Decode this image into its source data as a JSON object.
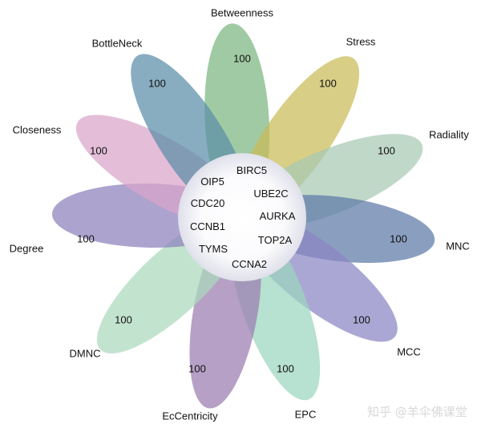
{
  "petals": [
    {
      "name": "Betweenness",
      "count": "100",
      "color": "#7ab57f"
    },
    {
      "name": "Stress",
      "count": "100",
      "color": "#c9bb57"
    },
    {
      "name": "Radiality",
      "count": "100",
      "color": "#a8c9b3"
    },
    {
      "name": "MNC",
      "count": "100",
      "color": "#5d7aa6"
    },
    {
      "name": "MCC",
      "count": "100",
      "color": "#8a85c3"
    },
    {
      "name": "EPC",
      "count": "100",
      "color": "#9bd6be"
    },
    {
      "name": "EcCentricity",
      "count": "100",
      "color": "#9b7bb0"
    },
    {
      "name": "DMNC",
      "count": "100",
      "color": "#aad9bc"
    },
    {
      "name": "Degree",
      "count": "100",
      "color": "#8c7fbc"
    },
    {
      "name": "Closeness",
      "count": "100",
      "color": "#d9a5c9"
    },
    {
      "name": "BottleNeck",
      "count": "100",
      "color": "#5c8ea8"
    }
  ],
  "center_genes": [
    "BIRC5",
    "OIP5",
    "UBE2C",
    "CDC20",
    "AURKA",
    "CCNB1",
    "TOP2A",
    "TYMS",
    "CCNA2"
  ],
  "watermark": "知乎 @羊伞佛课堂"
}
